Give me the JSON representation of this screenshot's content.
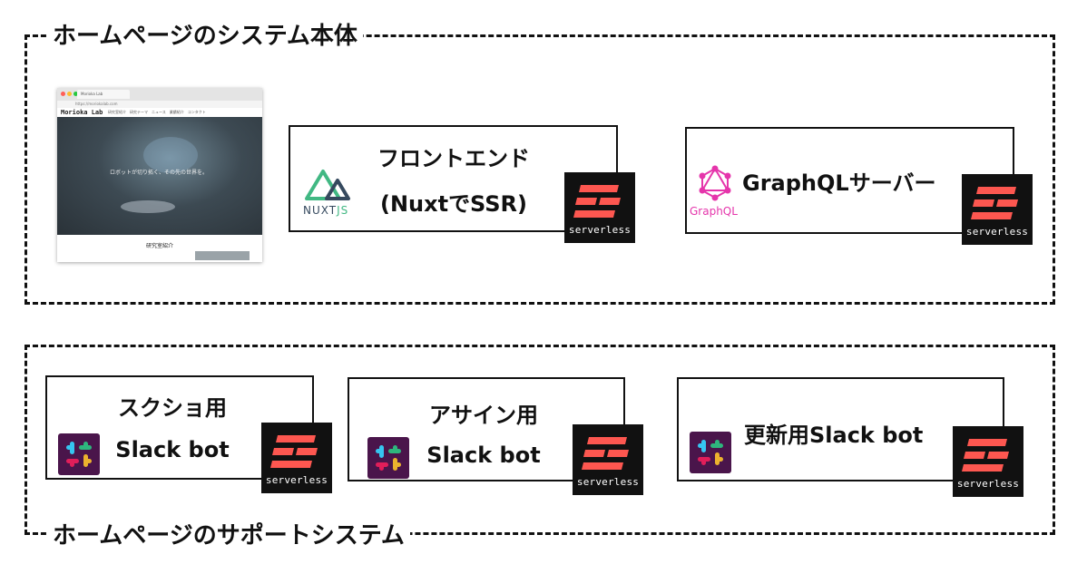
{
  "groups": {
    "main": {
      "title": "ホームページのシステム本体"
    },
    "support": {
      "title": "ホームページのサポートシステム"
    }
  },
  "thumbnail": {
    "tab_title": "Morioka Lab",
    "url": "https://moriokalab.com",
    "logo": "Morioka Lab",
    "nav_links": "研究室紹介　研究テーマ　ニュース　業績紹介　コンタクト",
    "hero_text": "ロボットが切り拓く、その先の世界を。",
    "section_title": "研究室紹介"
  },
  "boxes": {
    "frontend": {
      "line1": "フロントエンド",
      "line2": "(NuxtでSSR)",
      "logo_text": "NUXT",
      "logo_text_accent": "JS"
    },
    "graphql": {
      "label": "GraphQLサーバー",
      "logo_text": "GraphQL"
    },
    "screenshot_bot": {
      "line1": "スクショ用",
      "line2": "Slack bot"
    },
    "assign_bot": {
      "line1": "アサイン用",
      "line2": "Slack bot"
    },
    "update_bot": {
      "label": "更新用Slack bot"
    }
  },
  "serverless_label": "serverless",
  "colors": {
    "serverless_bg": "#111111",
    "serverless_red": "#fd5750",
    "nuxt_green": "#41b883",
    "nuxt_dark": "#35495e",
    "graphql_pink": "#e535ab",
    "slack_bg": "#4a154b"
  },
  "icons": [
    "serverless-logo-icon",
    "nuxtjs-logo-icon",
    "graphql-logo-icon",
    "slack-logo-icon"
  ]
}
